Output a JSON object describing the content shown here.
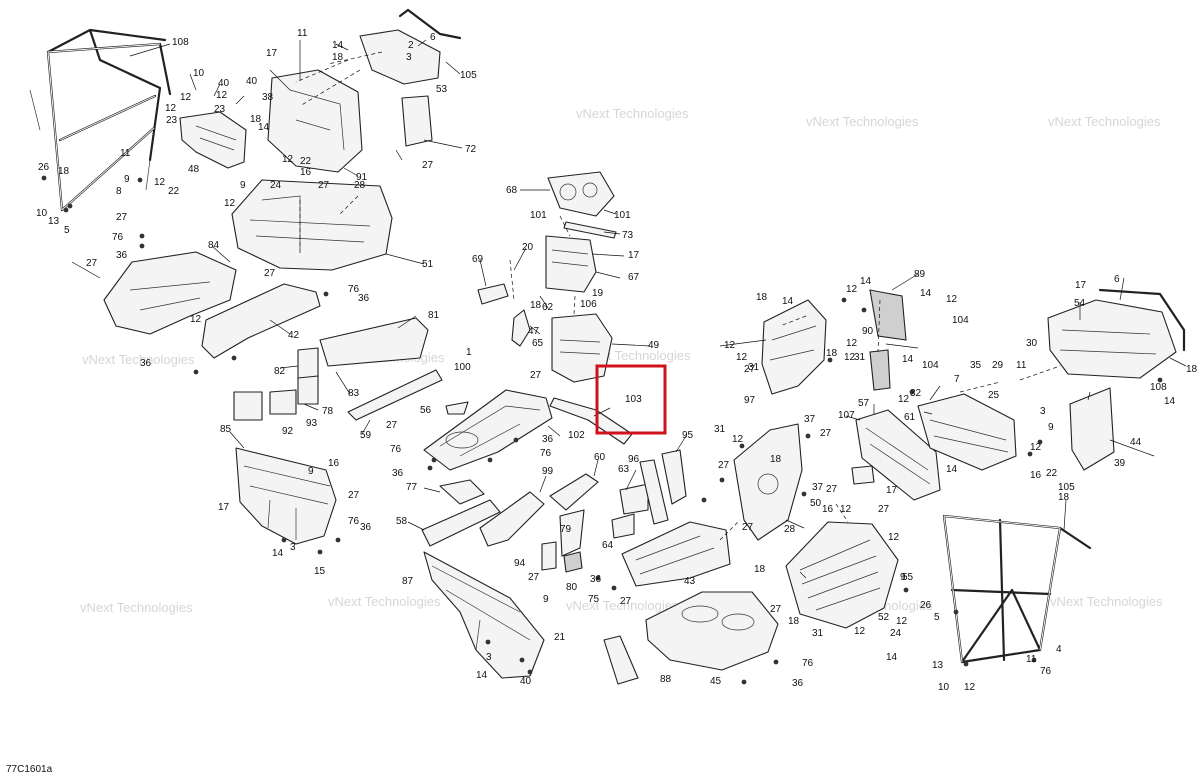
{
  "diagram": {
    "reference_code": "77C1601a",
    "watermark": "vNext Technologies",
    "highlighted_callout": "103",
    "callouts": [
      "108",
      "10",
      "40",
      "40",
      "12",
      "23",
      "12",
      "38",
      "23",
      "12",
      "18",
      "14",
      "17",
      "11",
      "14",
      "18",
      "2",
      "3",
      "6",
      "105",
      "53",
      "72",
      "27",
      "91",
      "12",
      "22",
      "16",
      "27",
      "28",
      "9",
      "24",
      "12",
      "48",
      "26",
      "18",
      "11",
      "8",
      "12",
      "22",
      "9",
      "13",
      "5",
      "10",
      "27",
      "76",
      "36",
      "84",
      "27",
      "36",
      "76",
      "12",
      "42",
      "51",
      "81",
      "27",
      "82",
      "83",
      "78",
      "92",
      "93",
      "59",
      "85",
      "16",
      "9",
      "27",
      "17",
      "76",
      "36",
      "14",
      "3",
      "15",
      "68",
      "101",
      "101",
      "73",
      "17",
      "67",
      "20",
      "62",
      "69",
      "19",
      "106",
      "18",
      "47",
      "65",
      "49",
      "100",
      "27",
      "1",
      "56",
      "36",
      "76",
      "102",
      "103",
      "27",
      "76",
      "36",
      "77",
      "58",
      "99",
      "60",
      "63",
      "96",
      "95",
      "79",
      "64",
      "94",
      "27",
      "80",
      "87",
      "9",
      "21",
      "3",
      "14",
      "40",
      "27",
      "75",
      "43",
      "36",
      "88",
      "45",
      "76",
      "36",
      "18",
      "14",
      "12",
      "12",
      "12",
      "27",
      "31",
      "97",
      "90",
      "14",
      "14",
      "104",
      "12",
      "104",
      "89",
      "14",
      "12",
      "18",
      "12",
      "31",
      "57",
      "107",
      "37",
      "27",
      "31",
      "12",
      "18",
      "27",
      "37",
      "27",
      "50",
      "28",
      "16",
      "12",
      "27",
      "27",
      "18",
      "12",
      "27",
      "31",
      "18",
      "24",
      "12",
      "52",
      "14",
      "9",
      "12",
      "55",
      "17",
      "35",
      "25",
      "12",
      "32",
      "61",
      "7",
      "11",
      "29",
      "30",
      "3",
      "14",
      "16",
      "22",
      "44",
      "39",
      "12",
      "9",
      "105",
      "6",
      "17",
      "54",
      "18",
      "14",
      "108",
      "18",
      "26",
      "5",
      "13",
      "10",
      "12",
      "4",
      "11",
      "76",
      "36"
    ]
  }
}
